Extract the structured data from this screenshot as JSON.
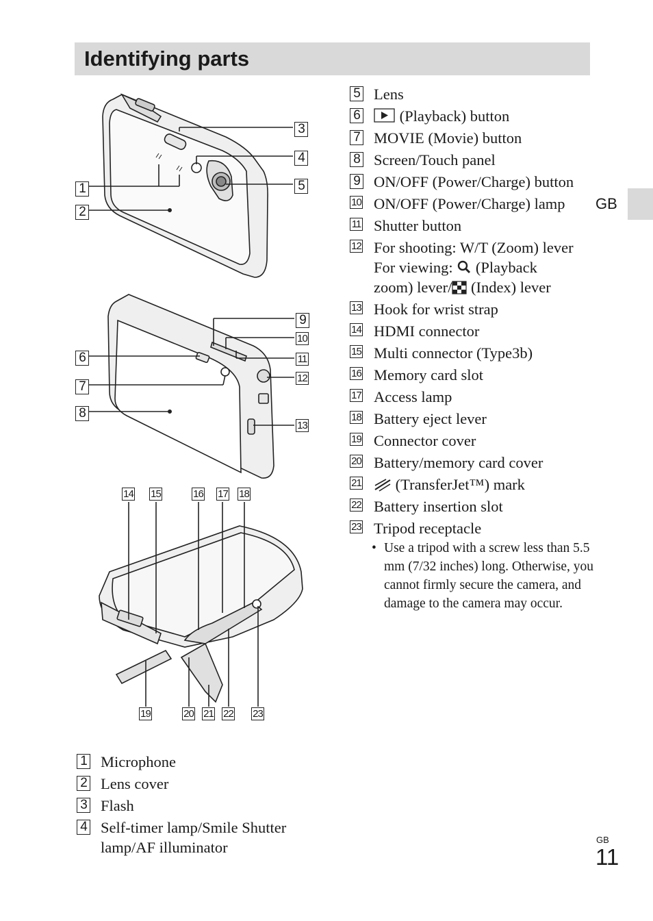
{
  "page": {
    "title": "Identifying parts",
    "side_tab": "GB",
    "footer_label": "GB",
    "page_number": "11"
  },
  "left_list": [
    {
      "num": "1",
      "text": "Microphone"
    },
    {
      "num": "2",
      "text": "Lens cover"
    },
    {
      "num": "3",
      "text": "Flash"
    },
    {
      "num": "4",
      "text": "Self-timer lamp/Smile Shutter",
      "text2": "lamp/AF illuminator"
    }
  ],
  "right_list": [
    {
      "num": "5",
      "text": "Lens"
    },
    {
      "num": "6",
      "text": "(Playback) button"
    },
    {
      "num": "7",
      "text": "MOVIE (Movie) button"
    },
    {
      "num": "8",
      "text": "Screen/Touch panel"
    },
    {
      "num": "9",
      "text": "ON/OFF (Power/Charge) button"
    },
    {
      "num": "10",
      "text": "ON/OFF (Power/Charge) lamp"
    },
    {
      "num": "11",
      "text": "Shutter button"
    },
    {
      "num": "12",
      "text": "For shooting: W/T (Zoom) lever",
      "text2a": "For viewing:",
      "text2b": "(Playback",
      "text3a": "zoom) lever/",
      "text3b": "(Index) lever"
    },
    {
      "num": "13",
      "text": "Hook for wrist strap"
    },
    {
      "num": "14",
      "text": "HDMI connector"
    },
    {
      "num": "15",
      "text": "Multi connector (Type3b)"
    },
    {
      "num": "16",
      "text": "Memory card slot"
    },
    {
      "num": "17",
      "text": "Access lamp"
    },
    {
      "num": "18",
      "text": "Battery eject lever"
    },
    {
      "num": "19",
      "text": "Connector cover"
    },
    {
      "num": "20",
      "text": "Battery/memory card cover"
    },
    {
      "num": "21",
      "text": "(TransferJet™) mark"
    },
    {
      "num": "22",
      "text": "Battery insertion slot"
    },
    {
      "num": "23",
      "text": "Tripod receptacle"
    }
  ],
  "note": {
    "bullet": "•",
    "text": "Use a tripod with a screw less than 5.5 mm (7/32 inches) long. Otherwise, you cannot firmly secure the camera, and damage to the camera may occur."
  },
  "figure_callouts": {
    "front": [
      "1",
      "2",
      "3",
      "4",
      "5"
    ],
    "back": [
      "6",
      "7",
      "8",
      "9",
      "10",
      "11",
      "12",
      "13"
    ],
    "bottom": [
      "14",
      "15",
      "16",
      "17",
      "18",
      "19",
      "20",
      "21",
      "22",
      "23"
    ]
  },
  "icons": {
    "playback": "playback-icon",
    "zoom": "magnifier-icon",
    "index": "index-grid-icon",
    "transferjet": "transferjet-icon"
  }
}
